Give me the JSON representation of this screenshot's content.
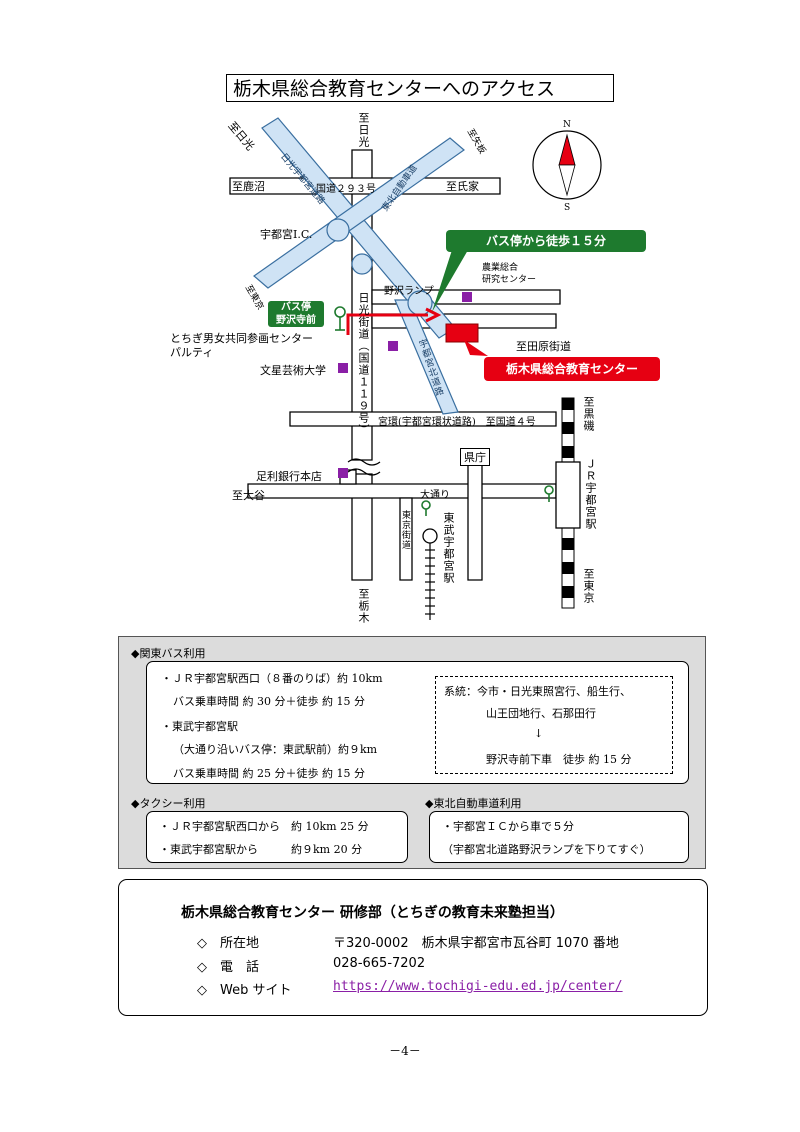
{
  "title": "栃木県総合教育センターへのアクセス",
  "map": {
    "north": "N",
    "south": "S",
    "to_nikko_top": "至日光",
    "to_nikko_nw": "至日光",
    "to_kanuma": "至鹿沼",
    "route293": "国道２９３号",
    "to_ujiie": "至氏家",
    "to_yaita": "至矢板",
    "utsunomiya_ic": "宇都宮I.C.",
    "nikko_utsunomiya_road": "日光宇都宮道路",
    "tohoku_expressway": "東北自動車道",
    "to_tokyo_sw": "至東京",
    "nozawa_ramp": "野沢ランプ",
    "agri_center": "農業総合\n研究センター",
    "nikko_kaido": "日光街道（国道１１９号）",
    "utsunomiya_north_road": "宇都宮北道路",
    "partee_line1": "とちぎ男女共同参画センター",
    "partee_line2": "パルティ",
    "to_tawarabe": "至田原街道",
    "bunsei_univ": "文星芸術大学",
    "ring_road": "宮環(宇都宮環状道路)　至国道４号",
    "to_kuroiso": "至黒磯",
    "pref_office": "県庁",
    "ashikaga_bank": "足利銀行本店",
    "to_oya": "至大谷",
    "odori": "大通り",
    "tokyo_kaido": "東京街道",
    "tobu_station": "東武宇都宮駅",
    "jr_station": "ＪＲ宇都宮駅",
    "to_tokyo_se": "至東京",
    "to_tochigi": "至栃木",
    "callout_walk": "バス停から徒歩１５分",
    "callout_center": "栃木県総合教育センター",
    "bus_stop_line1": "バス停",
    "bus_stop_line2": "野沢寺前"
  },
  "colors": {
    "route_fill": "#cfe3f5",
    "route_stroke": "#3a6fa0",
    "red": "#e60012",
    "green": "#1e7a2e",
    "purple": "#8a1fa6",
    "panel_gray": "#dcdcdc"
  },
  "kanto_bus": {
    "heading": "◆関東バス利用",
    "line1": "・ＪＲ宇都宮駅西口（８番のりば）約 10km",
    "line2": "バス乗車時間 約 30 分＋徒歩 約 15 分",
    "line3": "・東武宇都宮駅",
    "line4": "（大通り沿いバス停：東武駅前）約９km",
    "line5": "バス乗車時間 約 25 分＋徒歩 約 15 分",
    "route1": "系統：今市・日光東照宮行、船生行、",
    "route2": "山王団地行、石那田行",
    "arrow": "↓",
    "route3": "野沢寺前下車　徒歩 約 15 分"
  },
  "taxi": {
    "heading": "◆タクシー利用",
    "line1": "・ＪＲ宇都宮駅西口から　約 10km 25 分",
    "line2": "・東武宇都宮駅から　　　約９km 20 分"
  },
  "expressway": {
    "heading": "◆東北自動車道利用",
    "line1": "・宇都宮ＩＣから車で５分",
    "line2": "（宇都宮北道路野沢ランプを下りてすぐ）"
  },
  "contact": {
    "org": "栃木県総合教育センター 研修部（とちぎの教育未来塾担当）",
    "address_label": "◇　所在地",
    "address_value": "〒320-0002　栃木県宇都宮市瓦谷町 1070 番地",
    "phone_label": "◇　電　話",
    "phone_value": "028-665-7202",
    "web_label": "◇　Web サイト",
    "web_value": "https://www.tochigi-edu.ed.jp/center/"
  },
  "page_number": "－4－"
}
